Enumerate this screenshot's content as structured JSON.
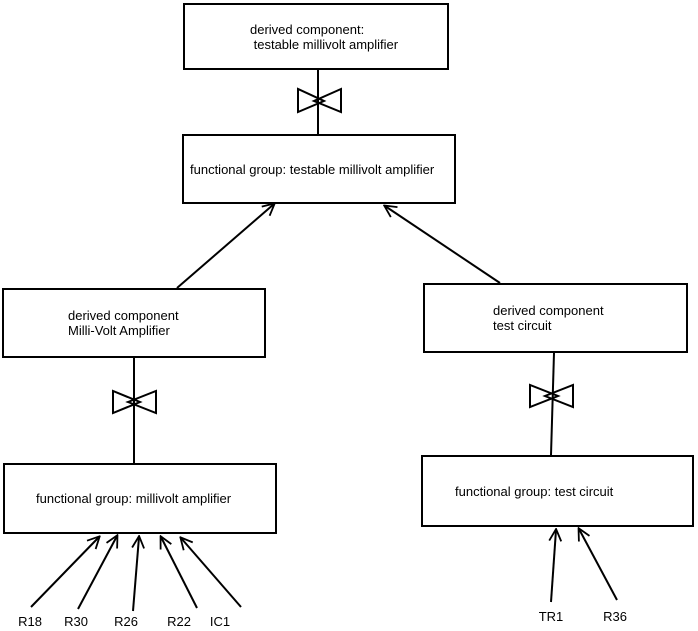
{
  "colors": {
    "background": "#ffffff",
    "line": "#000000"
  },
  "nodes": {
    "top_derived": {
      "lines": [
        "derived component:",
        " testable millivolt amplifier"
      ]
    },
    "top_functional": {
      "lines": [
        "functional group: testable millivolt amplifier"
      ]
    },
    "left_derived": {
      "lines": [
        "derived component",
        "Milli-Volt Amplifier"
      ]
    },
    "left_functional": {
      "lines": [
        "functional group: millivolt amplifier"
      ]
    },
    "right_derived": {
      "lines": [
        "derived component",
        "test circuit"
      ]
    },
    "right_functional": {
      "lines": [
        "functional group: test circuit"
      ]
    }
  },
  "leaf_labels": [
    "R18",
    "R30",
    "R26",
    "R22",
    "IC1",
    "TR1",
    "R36"
  ]
}
